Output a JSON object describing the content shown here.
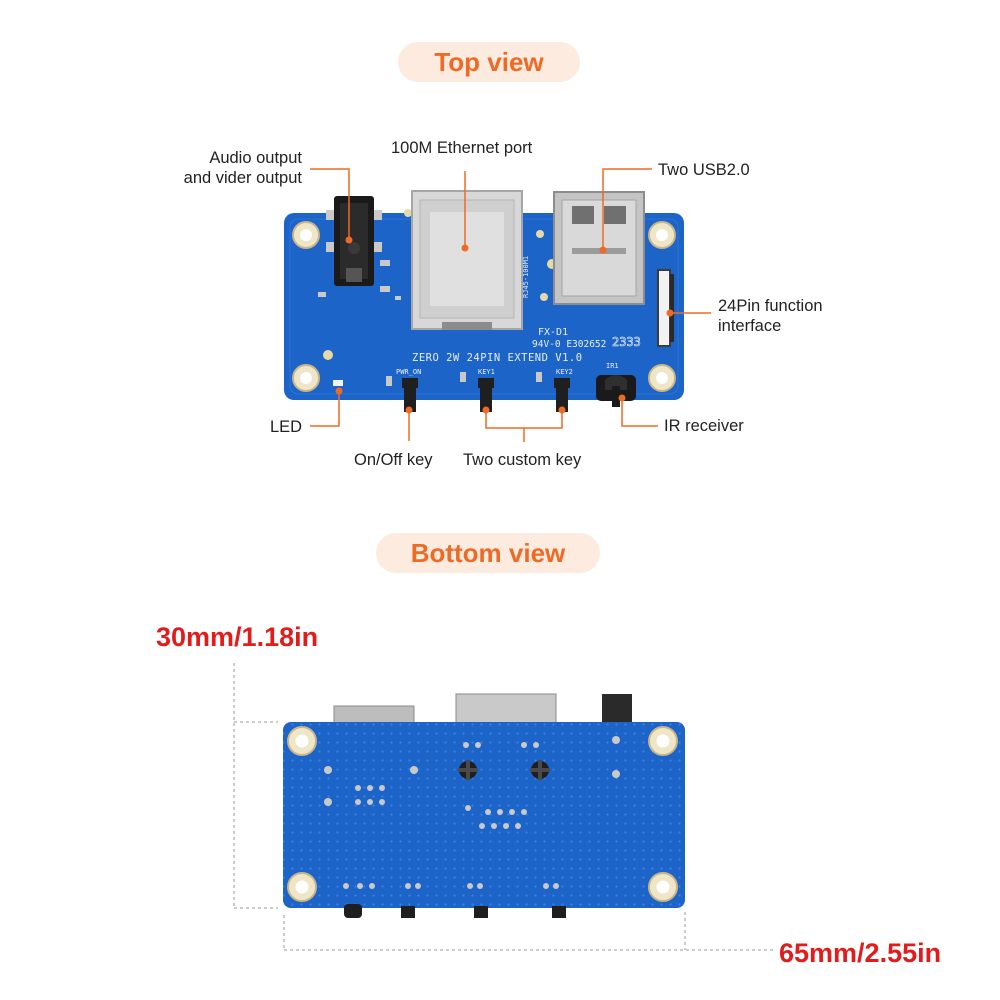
{
  "headings": {
    "top": "Top view",
    "bottom": "Bottom view"
  },
  "callouts": {
    "audio": [
      "Audio output",
      "and vider output"
    ],
    "ethernet": "100M Ethernet port",
    "usb": "Two USB2.0",
    "pin_interface": [
      "24Pin function",
      "interface"
    ],
    "led": "LED",
    "onoff": "On/Off key",
    "custom": "Two custom key",
    "ir": "IR receiver"
  },
  "silkscreen": {
    "board": "ZERO 2W 24PIN EXTEND V1.0",
    "fx": "FX-D1",
    "cert": "94V-0 E302652",
    "rj45": "RJ45-100M1",
    "pwr": "PWR_ON",
    "key1": "KEY1",
    "key2": "KEY2",
    "ir": "IR1",
    "num": "2333"
  },
  "dimensions": {
    "height": "30mm/1.18in",
    "width": "65mm/2.55in"
  },
  "colors": {
    "accent": "#ef6a25",
    "pill_bg": "#fdebe0",
    "pcb": "#1d64c8",
    "dimension": "#e21b1b"
  }
}
